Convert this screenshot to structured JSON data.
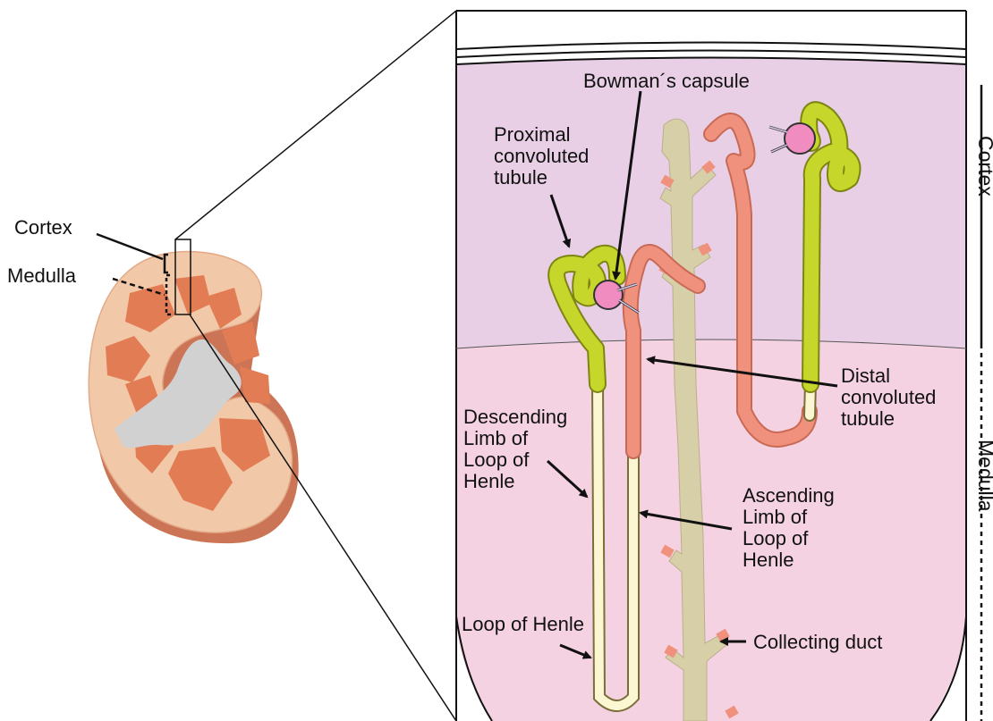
{
  "labels": {
    "cortex_left": "Cortex",
    "medulla_left": "Medulla",
    "bowmans_capsule": "Bowman´s capsule",
    "proximal": [
      "Proximal",
      "convoluted",
      "tubule"
    ],
    "distal": [
      "Distal",
      "convoluted",
      "tubule"
    ],
    "descending": [
      "Descending",
      "Limb of",
      "Loop of",
      "Henle"
    ],
    "ascending": [
      "Ascending",
      "Limb of",
      "Loop of",
      "Henle"
    ],
    "loop_of_henle": "Loop of Henle",
    "collecting_duct": "Collecting duct",
    "cortex_side": "Cortex",
    "medulla_side": "Medulla"
  },
  "colors": {
    "cortex_region": "#e9cfe6",
    "medulla_region": "#f5d2e2",
    "kidney_outer": "#f2c9a8",
    "kidney_shadow": "#d9886a",
    "pyramid": "#e27c55",
    "pelvis": "#cfcfcf",
    "proximal_tubule": "#c6d62a",
    "distal_tubule": "#f0917e",
    "thin_limb": "#fbf7d2",
    "collecting_duct": "#d7cfa8",
    "capsule": "#f08cc0"
  }
}
